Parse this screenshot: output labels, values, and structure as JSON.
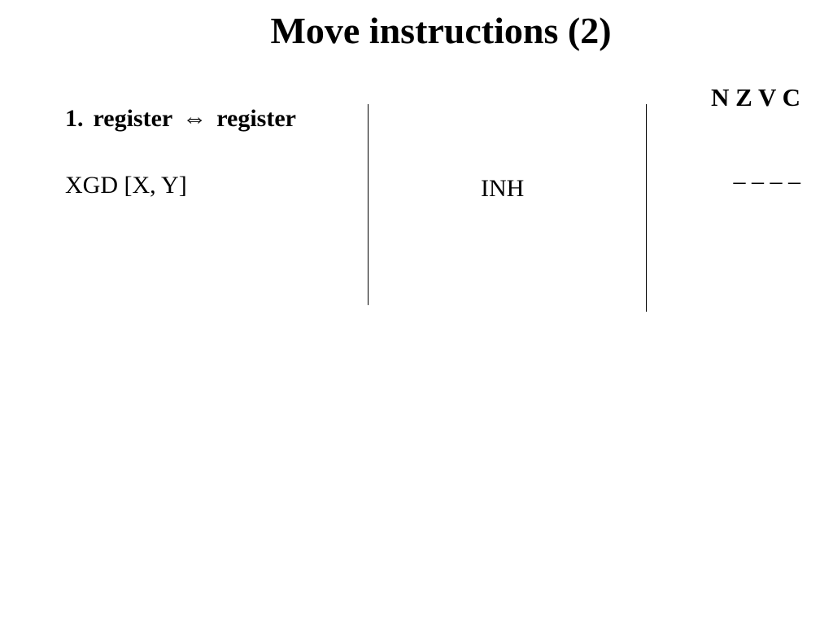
{
  "slide": {
    "title": "Move instructions (2)"
  },
  "section": {
    "number": "1.",
    "left_operand": "register",
    "arrow": "⇔",
    "right_operand": "register"
  },
  "flags": {
    "header": "N Z V C",
    "values": "–  –  –  –"
  },
  "instruction": {
    "mnemonic": "XGD [X, Y]",
    "addressing_mode": "INH"
  }
}
